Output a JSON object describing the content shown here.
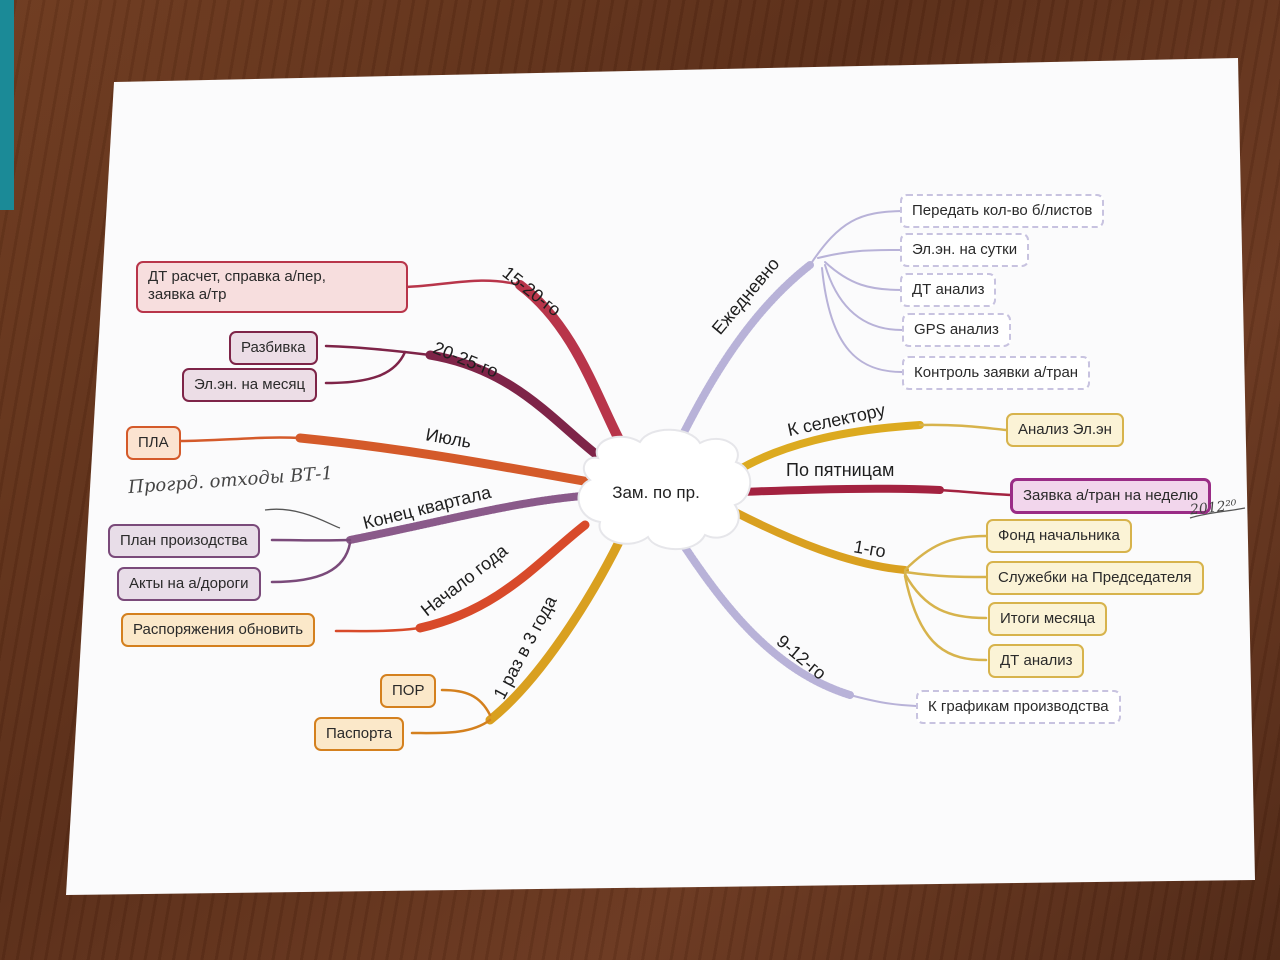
{
  "center": "Зам. по пр.",
  "left_branches": [
    {
      "label": "15-20-го",
      "nodes": [
        "ДТ расчет, справка а/пер,",
        "заявка а/тр"
      ]
    },
    {
      "label": "20-25-го",
      "nodes": [
        "Разбивка",
        "Эл.эн. на месяц"
      ]
    },
    {
      "label": "Июль",
      "nodes": [
        "ПЛА"
      ]
    },
    {
      "label": "Конец квартала",
      "nodes": [
        "План произодства",
        "Акты на а/дороги"
      ]
    },
    {
      "label": "Начало года",
      "nodes": [
        "Распоряжения обновить"
      ]
    },
    {
      "label": "1 раз в 3 года",
      "nodes": [
        "ПОР",
        "Паспорта"
      ]
    }
  ],
  "right_branches": [
    {
      "label": "Ежедневно",
      "nodes": [
        "Передать кол-во б/листов",
        "Эл.эн. на сутки",
        "ДТ анализ",
        "GPS анализ",
        "Контроль заявки а/тран"
      ]
    },
    {
      "label": "К селектору",
      "nodes": [
        "Анализ Эл.эн"
      ]
    },
    {
      "label": "По пятницам",
      "nodes": [
        "Заявка а/тран на неделю"
      ]
    },
    {
      "label": "1-го",
      "nodes": [
        "Фонд начальника",
        "Служебки на Председателя",
        "Итоги месяца",
        "ДТ анализ"
      ]
    },
    {
      "label": "9-12-го",
      "nodes": [
        "К графикам производства"
      ]
    }
  ],
  "handwritten": {
    "note_left": "Прогрд. отходы ВТ-1",
    "note_right": "2012²⁰"
  },
  "colors": {
    "red": "#b8354a",
    "plum": "#7e2448",
    "orange": "#d45a2a",
    "purple": "#7a4a7a",
    "amber": "#d4801e",
    "gold": "#d7b34c",
    "lavender": "#b8b2d8",
    "magenta": "#9a2c86"
  }
}
